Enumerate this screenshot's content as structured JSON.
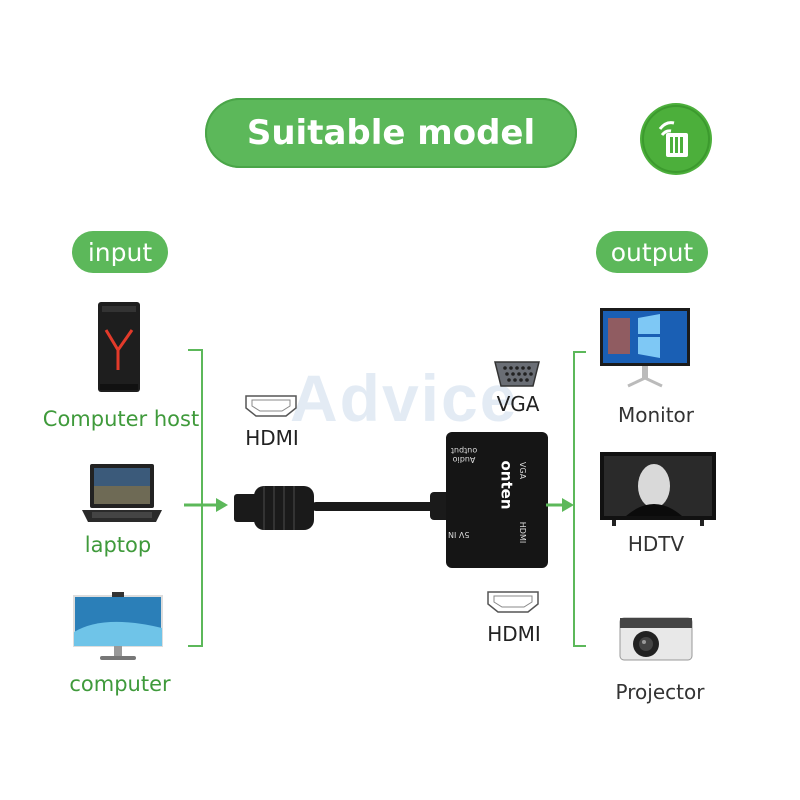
{
  "header": {
    "title": "Suitable model"
  },
  "watermark": "Advice",
  "input": {
    "title": "input",
    "items": [
      {
        "label": "Computer host",
        "icon": "computer-host-icon"
      },
      {
        "label": "laptop",
        "icon": "laptop-icon"
      },
      {
        "label": "computer",
        "icon": "computer-monitor-icon"
      }
    ]
  },
  "output": {
    "title": "output",
    "items": [
      {
        "label": "Monitor",
        "icon": "monitor-icon"
      },
      {
        "label": "HDTV",
        "icon": "hdtv-icon"
      },
      {
        "label": "Projector",
        "icon": "projector-icon"
      }
    ]
  },
  "ports": {
    "hdmi_in": "HDMI",
    "vga": "VGA",
    "hdmi_out": "HDMI"
  },
  "adapter": {
    "brand": "onten",
    "port_vga": "VGA",
    "port_hdmi": "HDMI",
    "port_audio": "Audio output",
    "port_usb": "5V IN"
  },
  "colors": {
    "accent_green": "#5cb85a",
    "text_green": "#3f9a3b"
  }
}
